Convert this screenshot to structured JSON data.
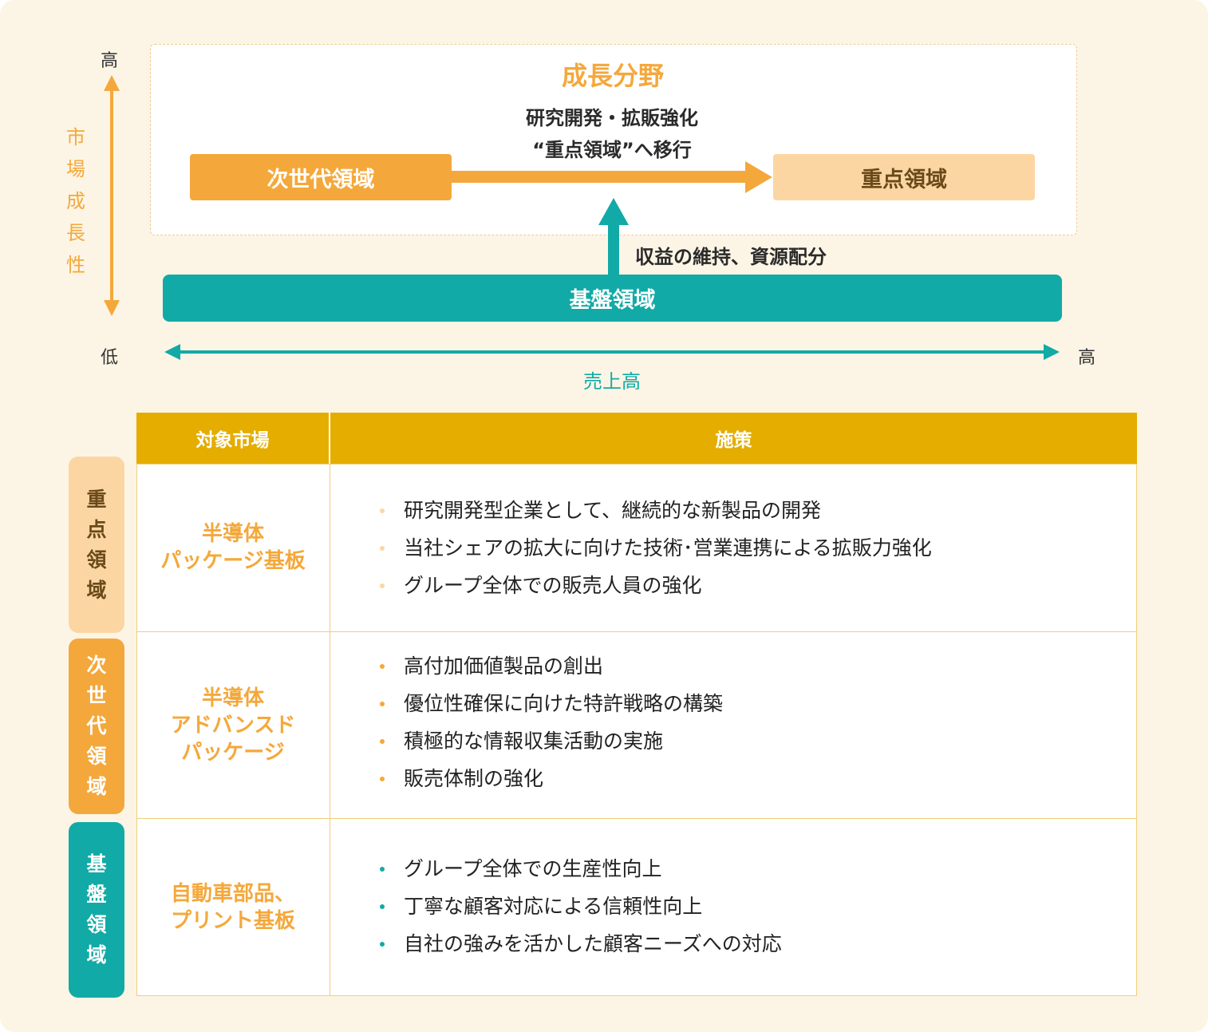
{
  "diagram": {
    "y_axis": {
      "label": "市場成長性",
      "high": "高",
      "low": "低"
    },
    "x_axis": {
      "label": "売上高",
      "high": "高"
    },
    "growth_area": {
      "title": "成長分野",
      "note_line1": "研究開発・拡販強化",
      "note_line2": "“重点領域”へ移行"
    },
    "box_next": "次世代領域",
    "box_focus": "重点領域",
    "box_base": "基盤領域",
    "profit_note": "収益の維持、資源配分"
  },
  "table": {
    "headers": {
      "market": "対象市場",
      "measures": "施策"
    },
    "rows": [
      {
        "side_label": "重点領域",
        "market_lines": [
          "半導体",
          "パッケージ基板"
        ],
        "items": [
          "研究開発型企業として、継続的な新製品の開発",
          "当社シェアの拡大に向けた技術･営業連携による拡販力強化",
          "グループ全体での販売人員の強化"
        ]
      },
      {
        "side_label": "次世代領域",
        "market_lines": [
          "半導体",
          "アドバンスド",
          "パッケージ"
        ],
        "items": [
          "高付加価値製品の創出",
          "優位性確保に向けた特許戦略の構築",
          "積極的な情報収集活動の実施",
          "販売体制の強化"
        ]
      },
      {
        "side_label": "基盤領域",
        "market_lines": [
          "自動車部品、",
          "プリント基板"
        ],
        "items": [
          "グループ全体での生産性向上",
          "丁寧な顧客対応による信頼性向上",
          "自社の強みを活かした顧客ニーズへの対応"
        ]
      }
    ]
  },
  "colors": {
    "orange": "#f4a83b",
    "light_orange": "#fcd6a2",
    "teal": "#12aaa6",
    "header_gold": "#e4ad00",
    "background": "#fcf5e5"
  }
}
